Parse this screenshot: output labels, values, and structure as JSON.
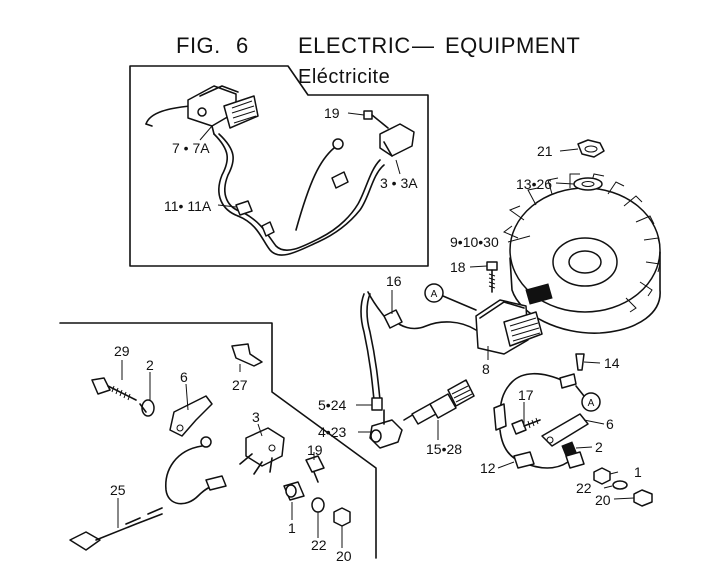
{
  "header": {
    "fig_label": "FIG.",
    "fig_number": "6",
    "title": "ELECTRIC",
    "separator": "—",
    "title_right": "EQUIPMENT",
    "subtitle": "Eléctricite"
  },
  "callouts": {
    "c1": "19",
    "c2": "7 • 7A",
    "c3": "3 • 3A",
    "c4": "11• 11A",
    "c5": "21",
    "c6": "13•26",
    "c7": "9•10•30",
    "c8": "18",
    "c9": "16",
    "c10": "A",
    "c11": "8",
    "c12": "14",
    "c13": "29",
    "c14": "2",
    "c15": "6",
    "c16": "27",
    "c17": "3",
    "c18": "19",
    "c19": "5•24",
    "c20": "4•23",
    "c21": "15•28",
    "c22": "17",
    "c23": "A",
    "c24": "6",
    "c25": "2",
    "c26": "12",
    "c27": "1",
    "c28": "22",
    "c29": "20",
    "c30": "25",
    "c31": "1",
    "c32": "22",
    "c33": "20"
  }
}
